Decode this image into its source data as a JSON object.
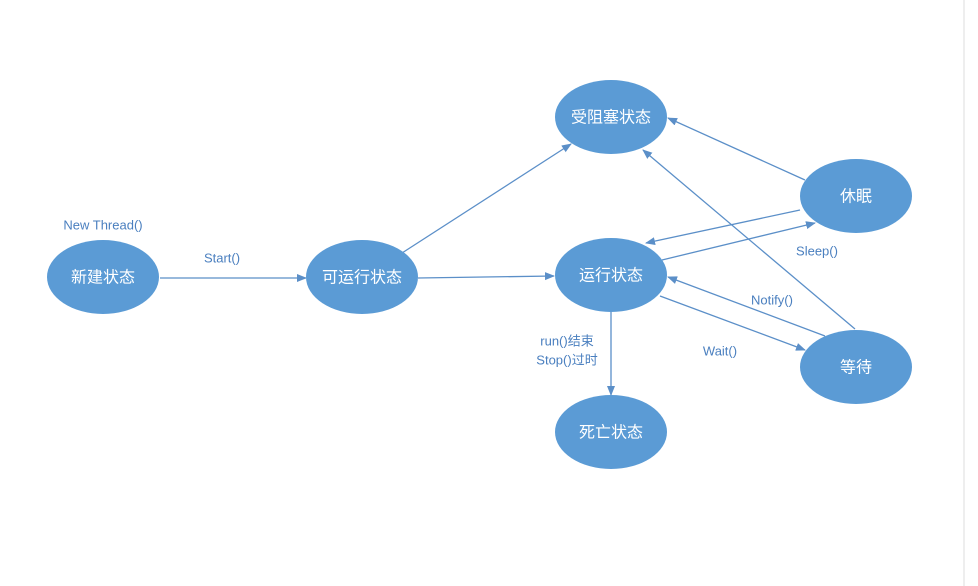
{
  "colors": {
    "node": "#5b9bd5",
    "edge": "#5b8fc8",
    "label": "#4a7fbf"
  },
  "nodes": {
    "new": "新建状态",
    "runnable": "可运行状态",
    "blocked": "受阻塞状态",
    "running": "运行状态",
    "dead": "死亡状态",
    "sleep": "休眠",
    "wait": "等待"
  },
  "labels": {
    "new_thread": "New Thread()",
    "start": "Start()",
    "sleep": "Sleep()",
    "notify": "Notify()",
    "wait": "Wait()",
    "run_end": "run()结束",
    "stop": "Stop()过时"
  },
  "edges": [
    {
      "from": "new",
      "to": "runnable",
      "label": "Start()"
    },
    {
      "from": "runnable",
      "to": "running"
    },
    {
      "from": "runnable",
      "to": "blocked"
    },
    {
      "from": "sleep",
      "to": "blocked"
    },
    {
      "from": "wait",
      "to": "blocked"
    },
    {
      "from": "sleep",
      "to": "running"
    },
    {
      "from": "running",
      "to": "sleep",
      "label": "Sleep()"
    },
    {
      "from": "wait",
      "to": "running",
      "label": "Notify()"
    },
    {
      "from": "running",
      "to": "wait",
      "label": "Wait()"
    },
    {
      "from": "running",
      "to": "dead",
      "label": "run()结束 / Stop()过时"
    }
  ]
}
